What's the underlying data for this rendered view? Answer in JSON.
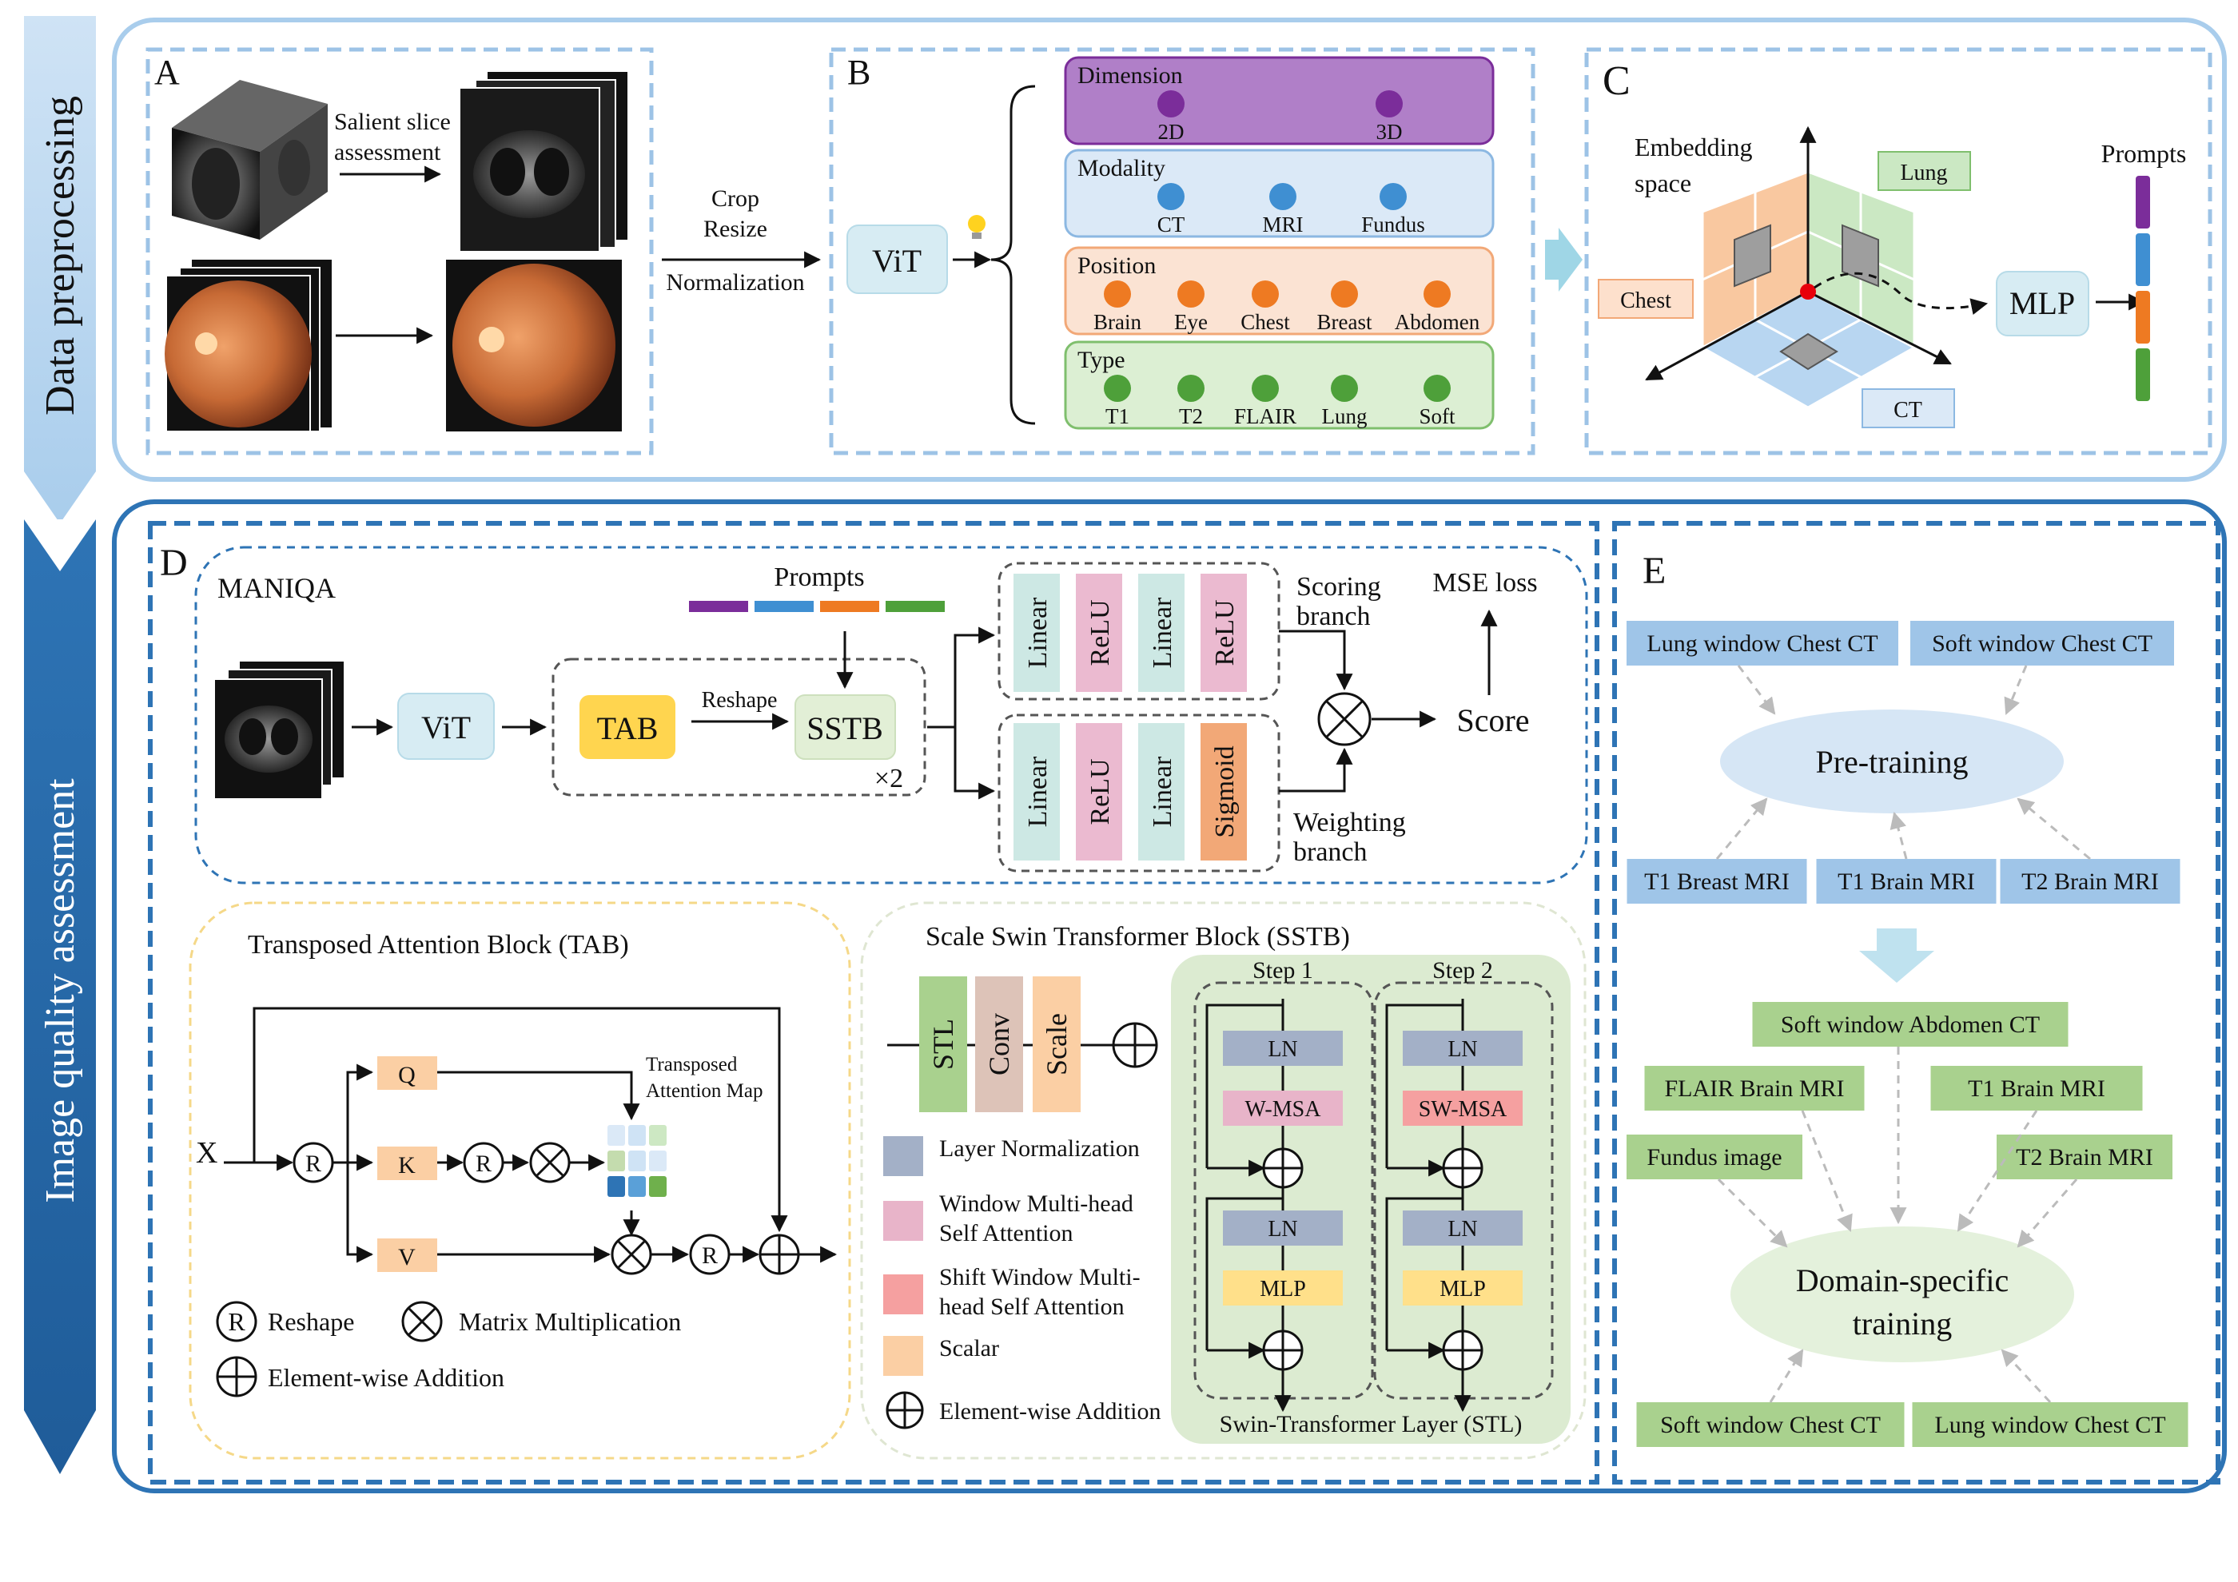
{
  "sections": {
    "preprocessing": "Data preprocessing",
    "assessment": "Image quality assessment"
  },
  "panelA": {
    "letter": "A",
    "salient": [
      "Salient slice",
      "assessment"
    ],
    "crop": "Crop",
    "resize": "Resize",
    "normalization": "Normalization"
  },
  "panelB": {
    "letter": "B",
    "vit": "ViT",
    "groups": [
      {
        "title": "Dimension",
        "items": [
          "2D",
          "3D"
        ],
        "color": "#7b2d9a",
        "bg": "#a66fc1"
      },
      {
        "title": "Modality",
        "items": [
          "CT",
          "MRI",
          "Fundus"
        ],
        "color": "#3f8fd2",
        "bg": "#dbe9f7"
      },
      {
        "title": "Position",
        "items": [
          "Brain",
          "Eye",
          "Chest",
          "Breast",
          "Abdomen"
        ],
        "color": "#ee7a22",
        "bg": "#fbe3d3"
      },
      {
        "title": "Type",
        "items": [
          "T1",
          "T2",
          "FLAIR",
          "Lung",
          "Soft"
        ],
        "color": "#4ea03a",
        "bg": "#dcefd3"
      }
    ]
  },
  "panelC": {
    "letter": "C",
    "embedding": [
      "Embedding",
      "space"
    ],
    "lung": "Lung",
    "chest": "Chest",
    "ct": "CT",
    "mlp": "MLP",
    "prompts": "Prompts",
    "prompt_colors": [
      "#7b2d9a",
      "#3f8fd2",
      "#ee7a22",
      "#4ea03a"
    ]
  },
  "panelD": {
    "letter": "D",
    "maniqa": "MANIQA",
    "prompts": "Prompts",
    "vit": "ViT",
    "tab": "TAB",
    "reshape": "Reshape",
    "sstb": "SSTB",
    "times2": "×2",
    "scoring": {
      "layers": [
        "Linear",
        "ReLU",
        "Linear",
        "ReLU"
      ],
      "label": [
        "Scoring",
        "branch"
      ]
    },
    "weighting": {
      "layers": [
        "Linear",
        "ReLU",
        "Linear",
        "Sigmoid"
      ],
      "label": [
        "Weighting",
        "branch"
      ]
    },
    "mse": "MSE loss",
    "score": "Score"
  },
  "tab_block": {
    "title": "Transposed Attention Block (TAB)",
    "x": "X",
    "q": "Q",
    "k": "K",
    "v": "V",
    "r": "R",
    "map": [
      "Transposed",
      "Attention Map"
    ],
    "legend_reshape": "Reshape",
    "legend_mm": "Matrix Multiplication",
    "legend_add": "Element-wise Addition"
  },
  "sstb_block": {
    "title": "Scale Swin Transformer Block (SSTB)",
    "stl": "STL",
    "conv": "Conv",
    "scale": "Scale",
    "legend": [
      {
        "label": [
          "Layer Normalization"
        ],
        "color": "#a3b0c7"
      },
      {
        "label": [
          "Window Multi-head",
          "Self Attention"
        ],
        "color": "#e8b4c9"
      },
      {
        "label": [
          "Shift Window Multi-",
          "head Self Attention"
        ],
        "color": "#f5a0a0"
      },
      {
        "label": [
          "Scalar"
        ],
        "color": "#fbcfa4"
      }
    ],
    "legend_add": "Element-wise Addition",
    "step1": "Step 1",
    "step2": "Step 2",
    "ln": "LN",
    "wmsa": "W-MSA",
    "swmsa": "SW-MSA",
    "mlp": "MLP",
    "stl_label": "Swin-Transformer Layer (STL)"
  },
  "panelE": {
    "letter": "E",
    "pre_inputs_top": [
      "Lung window Chest CT",
      "Soft window Chest CT"
    ],
    "pre_training": "Pre-training",
    "pre_inputs_bottom": [
      "T1 Breast MRI",
      "T1 Brain MRI",
      "T2 Brain MRI"
    ],
    "ds_inputs": [
      "Soft window Abdomen CT",
      "FLAIR Brain MRI",
      "T1 Brain MRI",
      "Fundus image",
      "T2 Brain MRI"
    ],
    "domain_training": [
      "Domain-specific",
      "training"
    ],
    "ds_inputs_bottom": [
      "Soft window Chest CT",
      "Lung window Chest CT"
    ]
  }
}
